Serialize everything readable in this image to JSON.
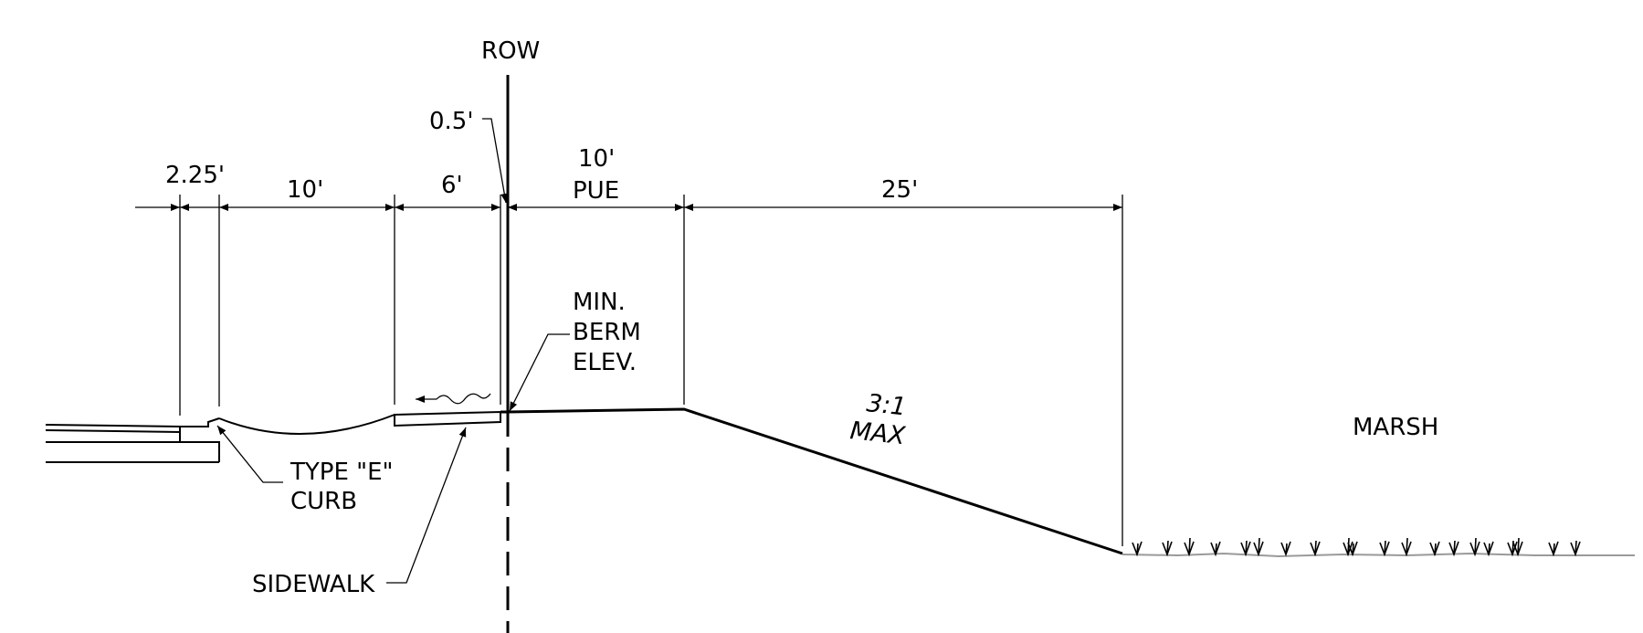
{
  "labels": {
    "row": "ROW",
    "dim_0_5": "0.5'",
    "dim_2_25": "2.25'",
    "dim_10": "10'",
    "dim_6": "6'",
    "dim_10_pue_line1": "10'",
    "dim_10_pue_line2": "PUE",
    "dim_25": "25'",
    "berm_line1": "MIN.",
    "berm_line2": "BERM",
    "berm_line3": "ELEV.",
    "slope_line1": "3:1",
    "slope_line2": "MAX",
    "marsh": "MARSH",
    "curb_line1": "TYPE \"E\"",
    "curb_line2": "CURB",
    "sidewalk": "SIDEWALK"
  },
  "colors": {
    "line": "#000000",
    "ground": "#9a9a9a"
  }
}
